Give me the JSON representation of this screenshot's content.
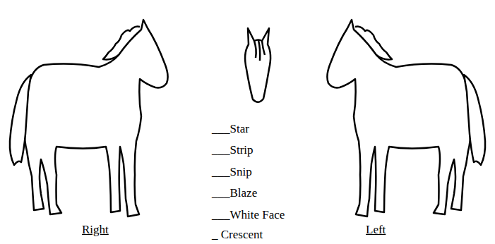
{
  "diagram": {
    "labels": [
      "___Star",
      "___Strip",
      "___Snip",
      "___Blaze",
      "___White Face",
      "_ Crescent",
      "Right",
      "Left"
    ]
  }
}
